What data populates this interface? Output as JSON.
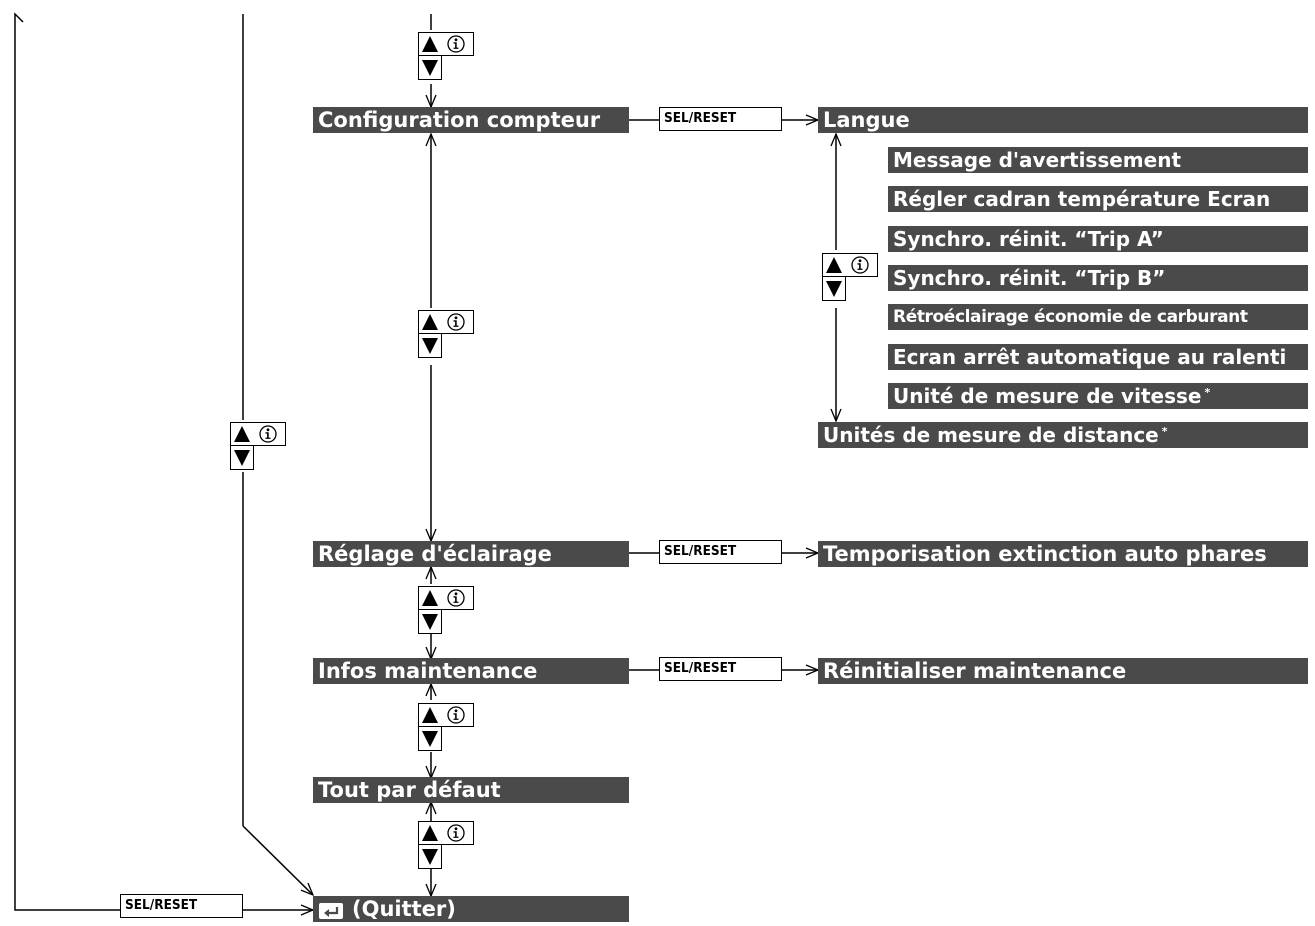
{
  "menu": {
    "configuration": "Configuration compteur",
    "lighting": "Réglage d'éclairage",
    "maintenance": "Infos maintenance",
    "defaults": "Tout par défaut",
    "quit": "(Quitter)"
  },
  "configuration_items": {
    "language": "Langue",
    "warning_message": "Message d'avertissement",
    "temperature_dial": "Régler cadran température Ecran",
    "sync_trip_a": "Synchro. réinit. “Trip A”",
    "sync_trip_b": "Synchro. réinit. “Trip B”",
    "fuel_backlight": "Rétroéclairage économie de carburant",
    "idle_stop_screen": "Ecran arrêt automatique au ralenti",
    "speed_unit": "Unité de mesure de vitesse",
    "distance_unit": "Unités de mesure de distance",
    "footnote_mark": "*"
  },
  "lighting_items": {
    "headlight_timer": "Temporisation extinction auto phares"
  },
  "maintenance_items": {
    "reset_maintenance": "Réinitialiser maintenance"
  },
  "buttons": {
    "sel_reset": "SEL/RESET"
  },
  "icons": {
    "up": "up-triangle-icon",
    "down": "down-triangle-icon",
    "info": "info-icon",
    "quit": "return-icon"
  },
  "colors": {
    "bar": "#4a4a4a",
    "bar_text": "#ffffff",
    "line": "#000000"
  }
}
